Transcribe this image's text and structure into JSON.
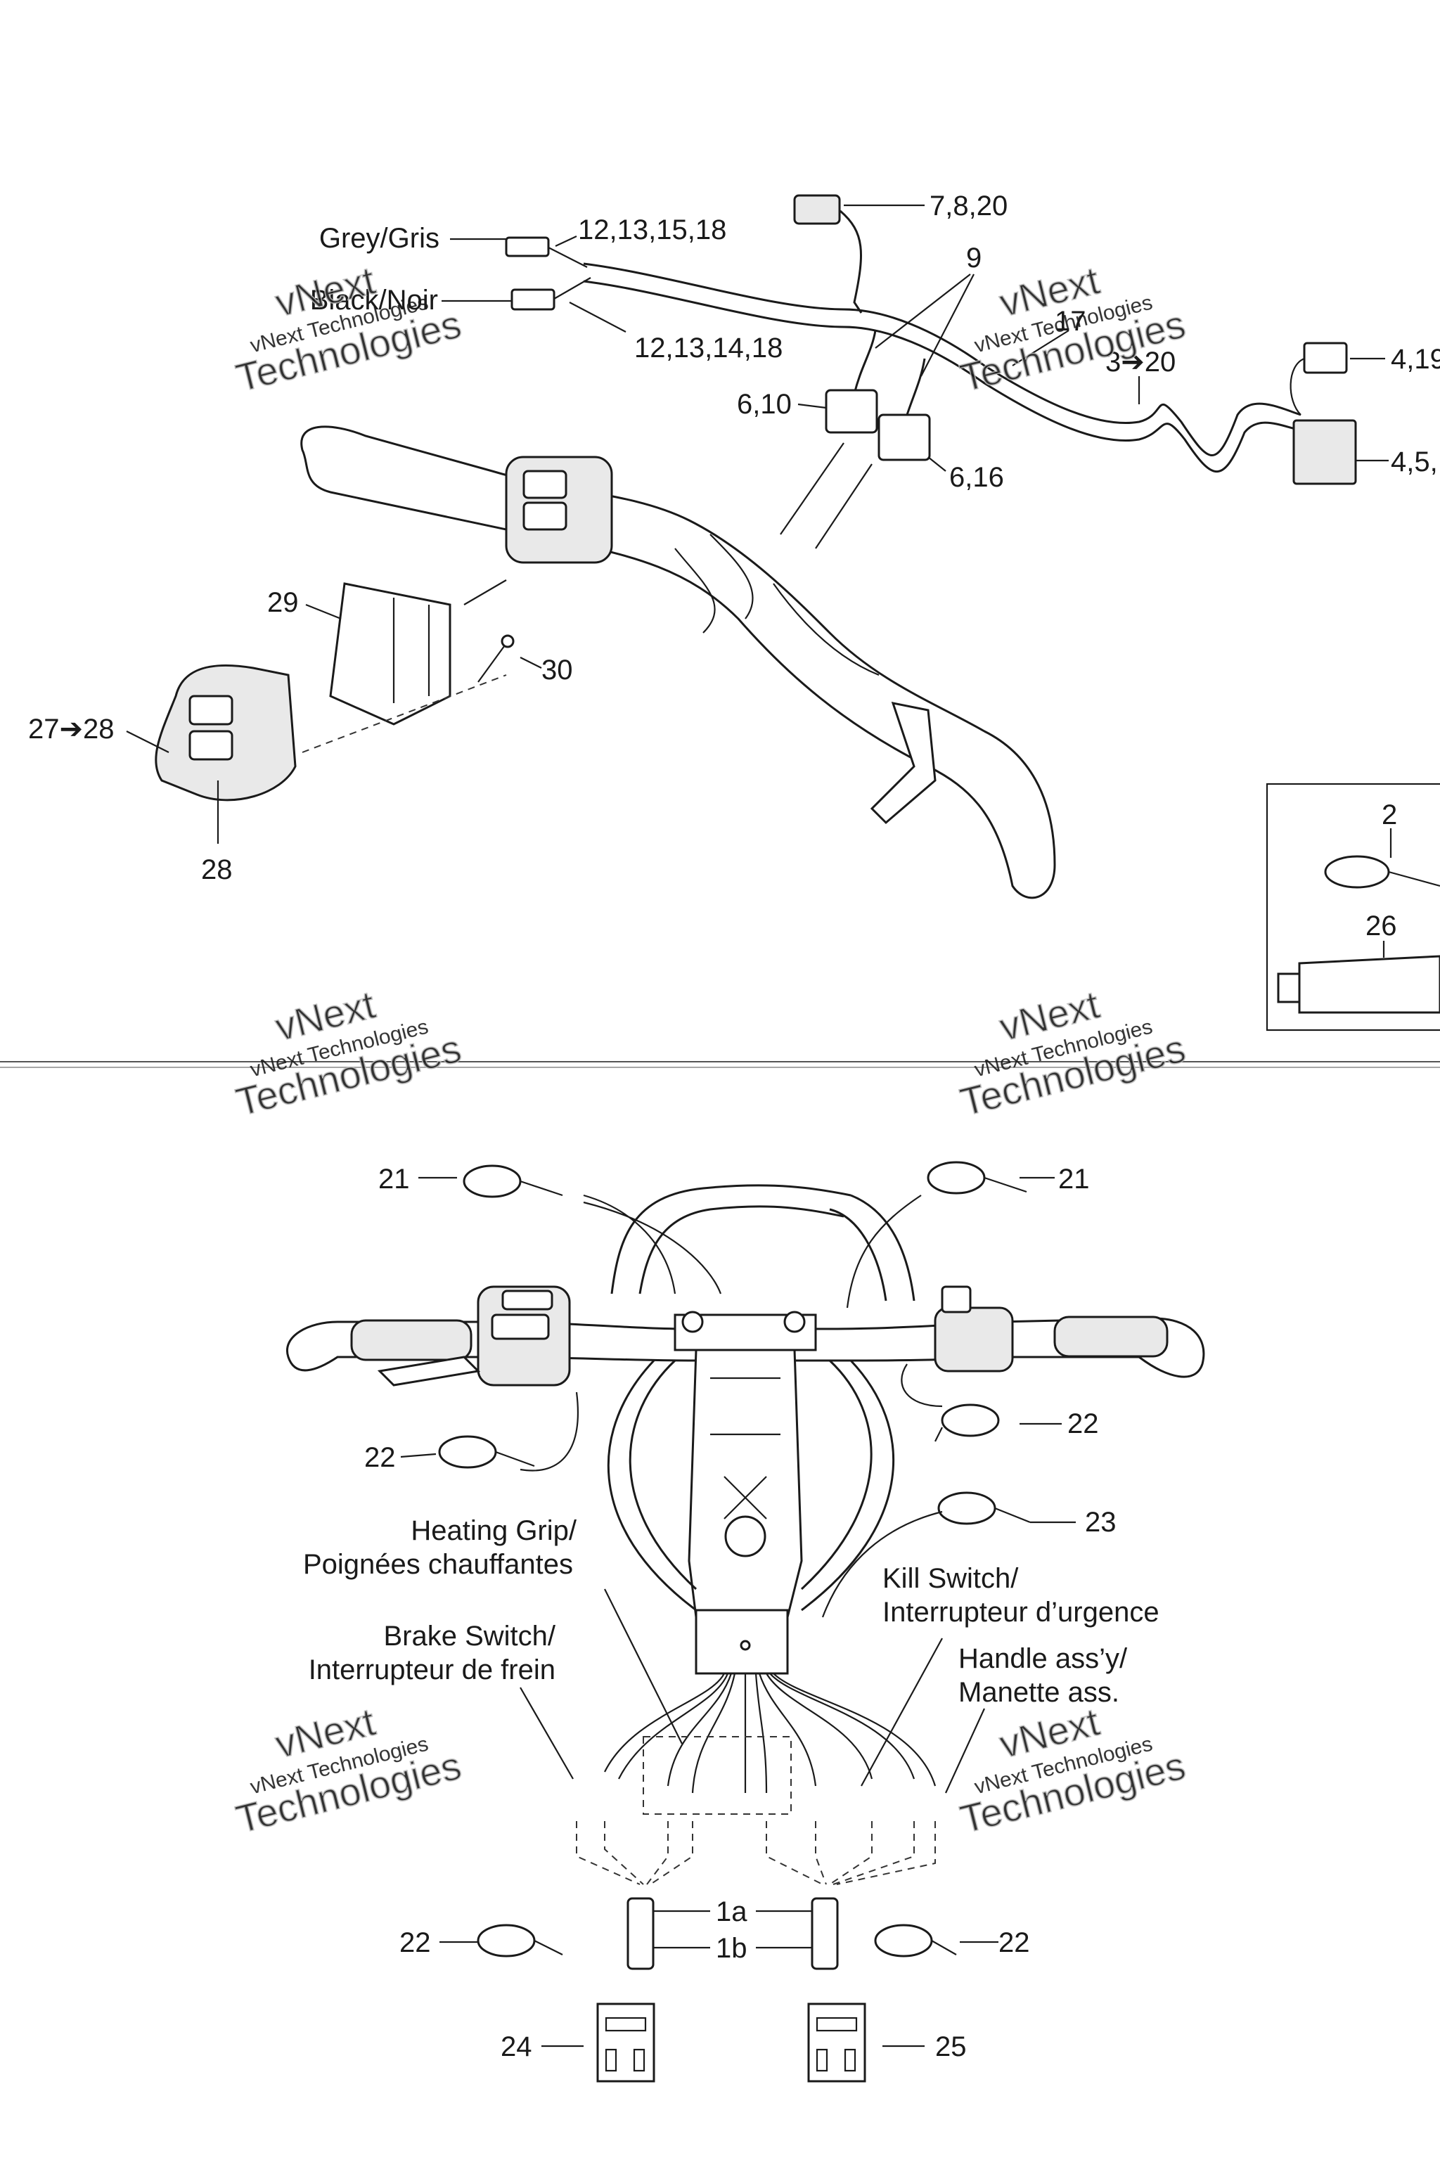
{
  "labels": {
    "grey": "Grey/Gris",
    "black": "Black/Noir",
    "heating_l1": "Heating Grip/",
    "heating_l2": "Poignées chauffantes",
    "brake_l1": "Brake Switch/",
    "brake_l2": "Interrupteur de frein",
    "kill_l1": "Kill Switch/",
    "kill_l2": "Interrupteur d’urgence",
    "handle_l1": "Handle ass’y/",
    "handle_l2": "Manette ass."
  },
  "callouts": {
    "c_7_8_20": "7,8,20",
    "c_12_13_15_18": "12,13,15,18",
    "c_12_13_14_18": "12,13,14,18",
    "c_9": "9",
    "c_17": "17",
    "c_3_20": "3➔20",
    "c_4_19": "4,19",
    "c_4_5": "4,5,",
    "c_6_10": "6,10",
    "c_6_16": "6,16",
    "c_29": "29",
    "c_30": "30",
    "c_27_28": "27➔28",
    "c_28": "28",
    "c_2": "2",
    "c_26": "26",
    "c_21_left": "21",
    "c_21_right": "21",
    "c_22_a": "22",
    "c_22_b": "22",
    "c_22_c": "22",
    "c_22_d": "22",
    "c_23": "23",
    "c_1a": "1a",
    "c_1b": "1b",
    "c_24": "24",
    "c_25": "25"
  },
  "watermark": {
    "line1": "vNext",
    "line2": "vNext Technologies",
    "line3": "Technologies"
  }
}
